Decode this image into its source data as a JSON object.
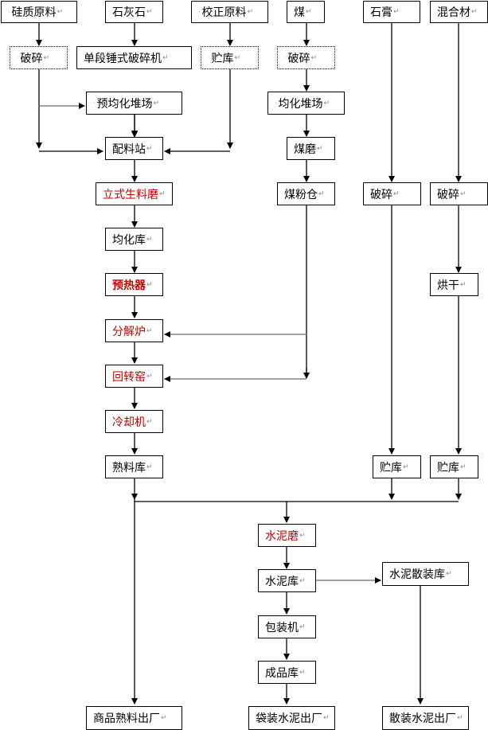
{
  "diagram": {
    "type": "cement-process-flowchart",
    "nodes": {
      "siliceous": "硅质原料",
      "limestone": "石灰石",
      "corrective": "校正原料",
      "coal": "煤",
      "gypsum": "石膏",
      "admixture": "混合材",
      "crush1": "破碎",
      "hammer_crusher": "单段锤式破碎机",
      "storage1": "贮库",
      "crush_coal": "破碎",
      "prehomog": "预均化堆场",
      "coal_homog": "均化堆场",
      "batching": "配料站",
      "coal_mill": "煤磨",
      "raw_mill": "立式生料磨",
      "coal_bin": "煤粉仓",
      "crush_gypsum": "破碎",
      "crush_admix": "破碎",
      "homog_silo": "均化库",
      "dryer": "烘干",
      "preheater": "预热器",
      "calciner": "分解炉",
      "kiln": "回转窑",
      "cooler": "冷却机",
      "clinker_silo": "熟料库",
      "storage_gypsum": "贮库",
      "storage_admix": "贮库",
      "cement_mill": "水泥磨",
      "cement_silo": "水泥库",
      "bulk_silo": "水泥散装库",
      "packer": "包装机",
      "product_store": "成品库",
      "out_clinker": "商品熟料出厂",
      "out_bagged": "袋装水泥出厂",
      "out_bulk": "散装水泥出厂"
    },
    "para_mark": "↵",
    "bullet": "·",
    "colors": {
      "highlight": "#c00000",
      "line": "#000000",
      "grey_line": "#808080"
    }
  }
}
